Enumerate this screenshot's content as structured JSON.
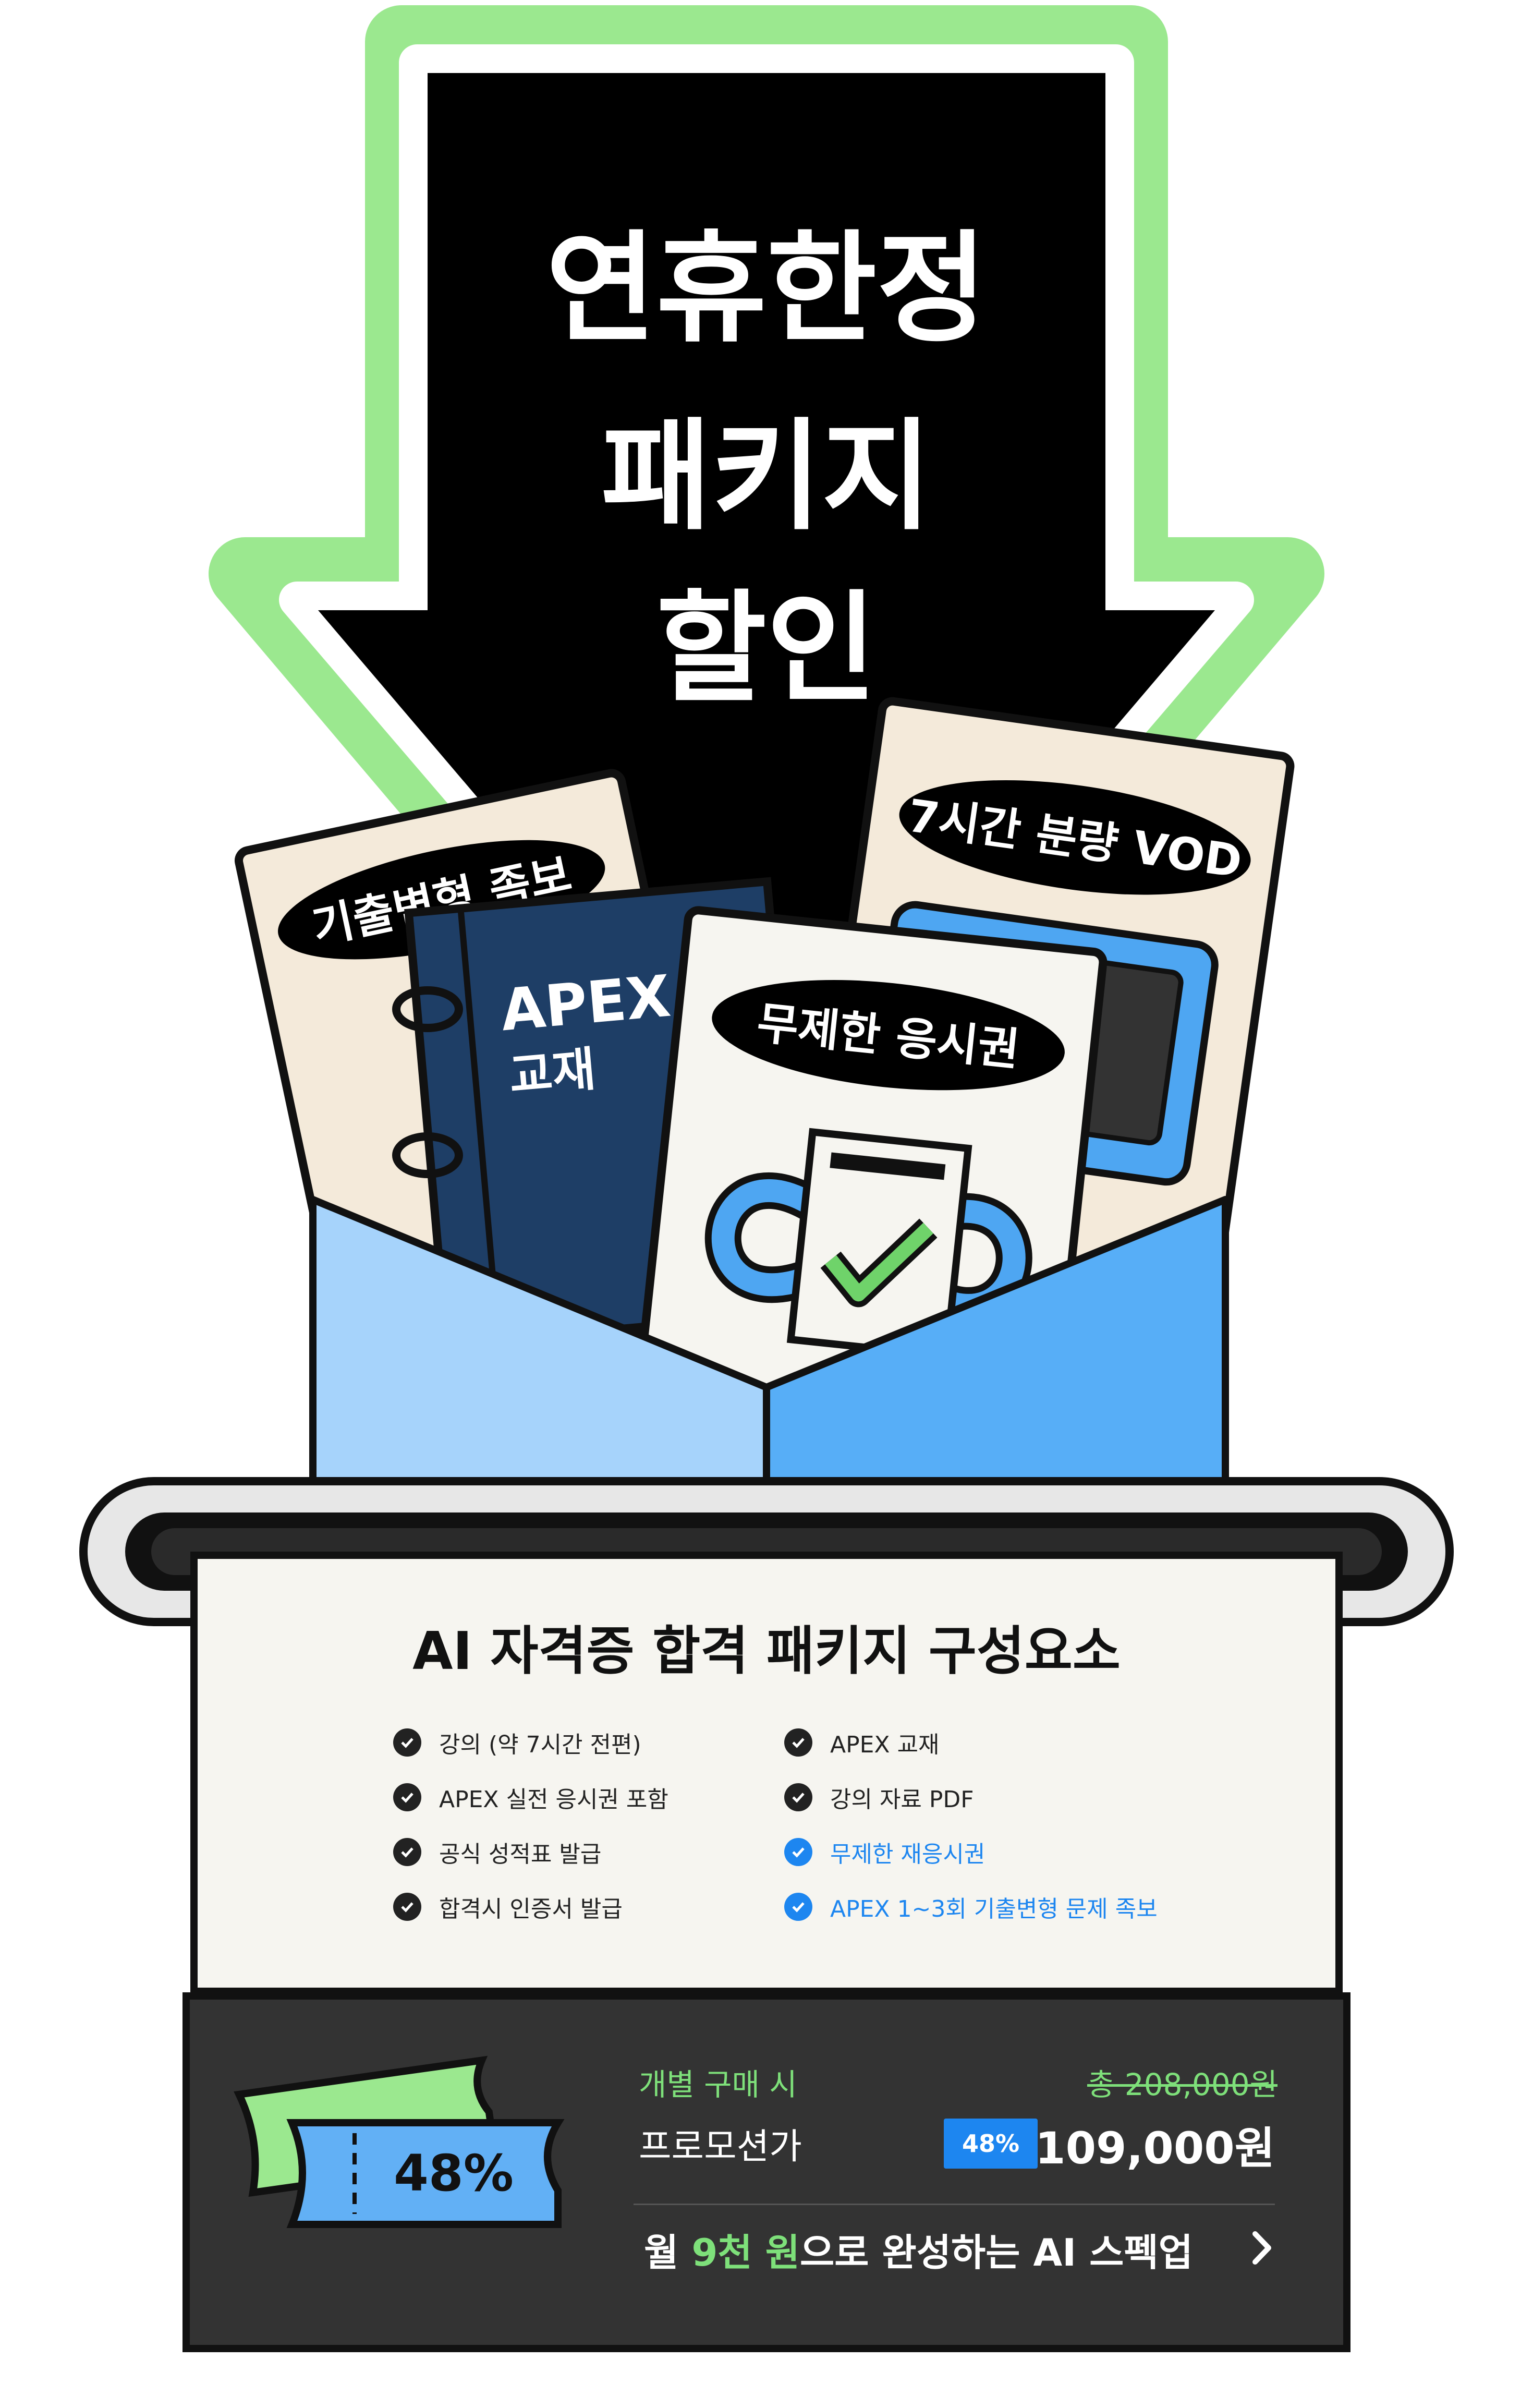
{
  "hero": {
    "line1": "연휴한정",
    "line2": "패키지",
    "line3": "할인"
  },
  "cards": {
    "left_label": "기출변형 족보",
    "book_title": "APEX",
    "book_subtitle": "교재",
    "right_label": "7시간 분량 VOD",
    "front_label": "무제한 응시권"
  },
  "panel": {
    "title": "AI 자격증 합격 패키지 구성요소",
    "left_features": [
      "강의 (약 7시간 전편)",
      "APEX 실전 응시권 포함",
      "공식 성적표 발급",
      "합격시 인증서 발급"
    ],
    "right_features": [
      "APEX 교재",
      "강의 자료 PDF",
      "무제한 재응시권",
      "APEX 1~3회 기출변형 문제 족보"
    ]
  },
  "pricing": {
    "ticket_text": "48%",
    "individual_label": "개별 구매 시",
    "individual_price": "총 208,000원",
    "promo_label": "프로모션가",
    "discount_badge": "48%",
    "promo_price": "109,000원",
    "slogan_prefix": "월 ",
    "slogan_highlight": "9천 원",
    "slogan_suffix": "으로 완성하는 AI 스펙업"
  },
  "colors": {
    "accent_green": "#7ee07a",
    "accent_blue": "#1d86f0",
    "envelope_light": "#a6d3fb",
    "envelope_dark": "#57aef7",
    "book_navy": "#1e3e66",
    "dark_panel": "#333333"
  }
}
